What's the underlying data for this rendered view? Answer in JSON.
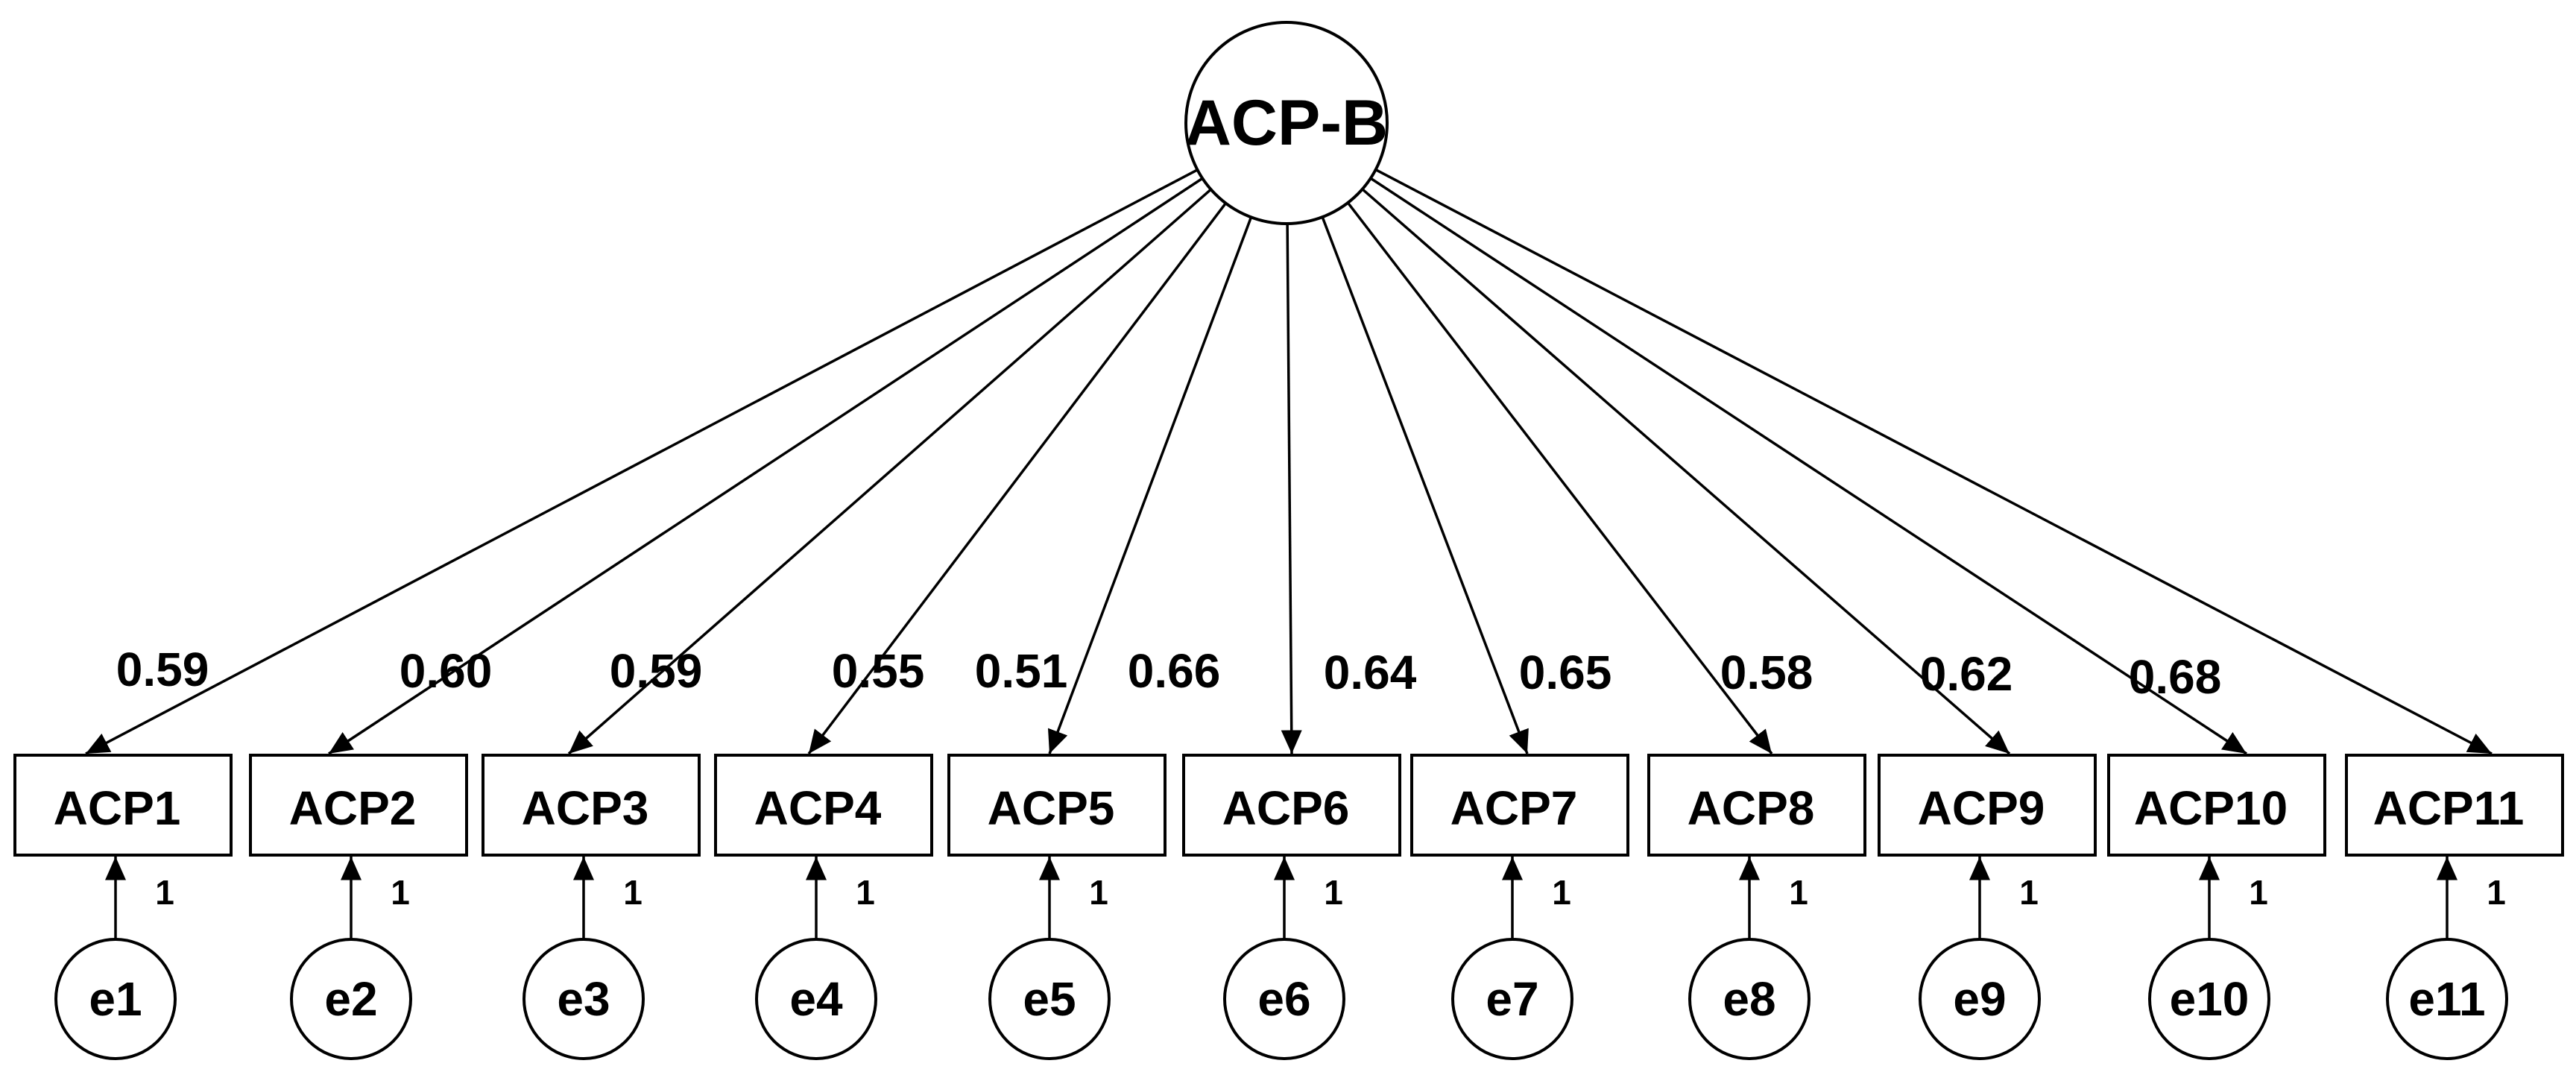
{
  "latent": {
    "label": "ACP-B"
  },
  "indicators": [
    {
      "label": "ACP1",
      "loading": "0.59",
      "error": "e1",
      "fixed": "1"
    },
    {
      "label": "ACP2",
      "loading": "0.60",
      "error": "e2",
      "fixed": "1"
    },
    {
      "label": "ACP3",
      "loading": "0.59",
      "error": "e3",
      "fixed": "1"
    },
    {
      "label": "ACP4",
      "loading": "0.55",
      "error": "e4",
      "fixed": "1"
    },
    {
      "label": "ACP5",
      "loading": "0.51",
      "error": "e5",
      "fixed": "1"
    },
    {
      "label": "ACP6",
      "loading": "0.66",
      "error": "e6",
      "fixed": "1"
    },
    {
      "label": "ACP7",
      "loading": "0.64",
      "error": "e7",
      "fixed": "1"
    },
    {
      "label": "ACP8",
      "loading": "0.65",
      "error": "e8",
      "fixed": "1"
    },
    {
      "label": "ACP9",
      "loading": "0.58",
      "error": "e9",
      "fixed": "1"
    },
    {
      "label": "ACP10",
      "loading": "0.62",
      "error": "e10",
      "fixed": "1"
    },
    {
      "label": "ACP11",
      "loading": "0.68",
      "error": "e11",
      "fixed": "1"
    }
  ]
}
